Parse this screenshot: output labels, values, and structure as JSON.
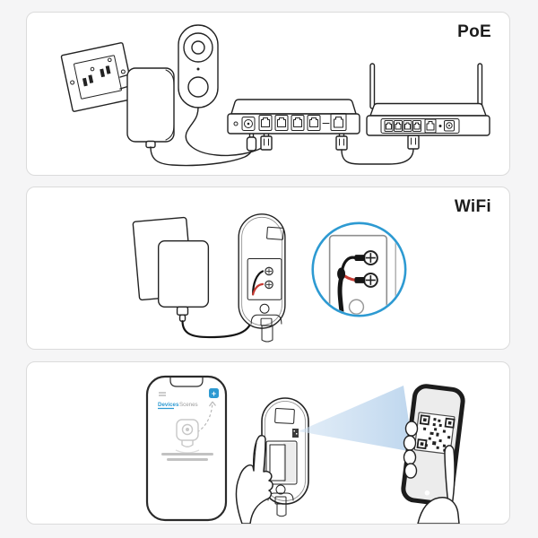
{
  "page": {
    "background_color": "#F5F5F6"
  },
  "colors": {
    "accent_blue": "#2E9AD2",
    "wire_red": "#C63A32",
    "beam_blue": "#CADDF0",
    "line_dark": "#222222",
    "panel_border": "#DBDBDB",
    "panel_background": "#FFFFFF"
  },
  "panels": {
    "poe": {
      "label": "PoE",
      "parts": [
        "wall-outlet",
        "power-adapter",
        "doorbell-camera-front",
        "poe-switch",
        "wifi-router",
        "power-cable",
        "doorbell-ethernet-cable",
        "uplink-ethernet-cable"
      ]
    },
    "wifi": {
      "label": "WiFi",
      "parts": [
        "wall-mount-plate",
        "power-adapter",
        "doorbell-camera-back",
        "terminal-magnifier",
        "black-wire",
        "red-wire",
        "screw-terminals"
      ]
    },
    "scan": {
      "parts": [
        "smartphone-with-app",
        "hand-holding-doorbell",
        "scan-beam",
        "smartphone-with-qr-code",
        "hand-holding-phone"
      ],
      "app_screen": {
        "menu_icon": "hamburger",
        "add_button_label": "+",
        "tabs": [
          {
            "label": "Devices",
            "active": true
          },
          {
            "label": "Scenes",
            "active": false
          }
        ]
      }
    }
  }
}
